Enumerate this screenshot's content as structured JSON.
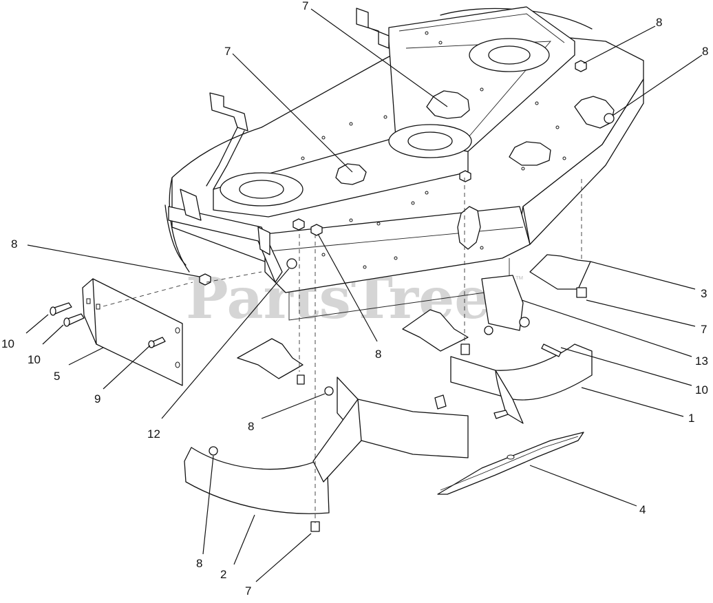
{
  "watermark": {
    "text": "PartsTree",
    "trademark": "™"
  },
  "callouts": [
    {
      "n": "7"
    },
    {
      "n": "7"
    },
    {
      "n": "8"
    },
    {
      "n": "8"
    },
    {
      "n": "8"
    },
    {
      "n": "10"
    },
    {
      "n": "10"
    },
    {
      "n": "5"
    },
    {
      "n": "9"
    },
    {
      "n": "12"
    },
    {
      "n": "8"
    },
    {
      "n": "3"
    },
    {
      "n": "7"
    },
    {
      "n": "13"
    },
    {
      "n": "10"
    },
    {
      "n": "1"
    },
    {
      "n": "8"
    },
    {
      "n": "4"
    },
    {
      "n": "8"
    },
    {
      "n": "2"
    },
    {
      "n": "7"
    }
  ]
}
